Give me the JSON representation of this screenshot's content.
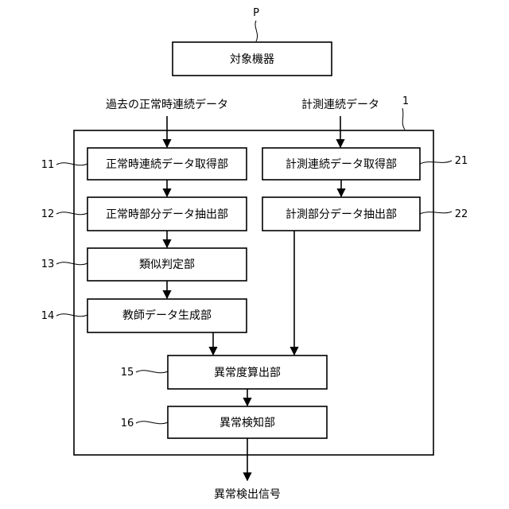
{
  "diagram": {
    "ref_p": "P",
    "ref_device": "1",
    "target_device": "対象機器",
    "input_past": "過去の正常時連続データ",
    "input_measured": "計測連続データ",
    "output": "異常検出信号",
    "blocks": {
      "b11": {
        "num": "11",
        "label": "正常時連続データ取得部"
      },
      "b12": {
        "num": "12",
        "label": "正常時部分データ抽出部"
      },
      "b13": {
        "num": "13",
        "label": "類似判定部"
      },
      "b14": {
        "num": "14",
        "label": "教師データ生成部"
      },
      "b15": {
        "num": "15",
        "label": "異常度算出部"
      },
      "b16": {
        "num": "16",
        "label": "異常検知部"
      },
      "b21": {
        "num": "21",
        "label": "計測連続データ取得部"
      },
      "b22": {
        "num": "22",
        "label": "計測部分データ抽出部"
      }
    }
  }
}
